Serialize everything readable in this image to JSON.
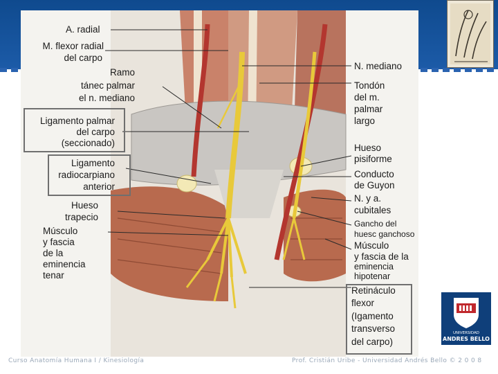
{
  "labels": {
    "a_radial": "A. radial",
    "m_flexor_1": "M. flexor radial",
    "m_flexor_2": "del carpo",
    "ramo_1": "Ramo",
    "ramo_2": "tánec palmar",
    "ramo_3": "el n. mediano",
    "lig_palmar_1": "Ligamento palmar",
    "lig_palmar_2": "del carpo",
    "lig_palmar_3": "(seccionado)",
    "lig_radio_1": "Ligamento",
    "lig_radio_2": "radiocarpiano",
    "lig_radio_3": "anterior",
    "hueso_trap_1": "Hueso",
    "hueso_trap_2": "trapecio",
    "musc_tenar_1": "Músculo",
    "musc_tenar_2": "y fascia",
    "musc_tenar_3": "de la",
    "musc_tenar_4": "eminencia",
    "musc_tenar_5": "tenar",
    "n_mediano": "N. mediano",
    "tendon_1": "Tondón",
    "tendon_2": "del m.",
    "tendon_3": "palmar",
    "tendon_4": "largo",
    "hueso_pis_1": "Hueso",
    "hueso_pis_2": "pisiforme",
    "conducto_1": "Conducto",
    "conducto_2": "de Guyon",
    "n_a_cub_1": "N. y a.",
    "n_a_cub_2": "cubitales",
    "gancho_1": "Gancho del",
    "gancho_2": "huesc ganchoso",
    "musc_hipo_1": "Músculo",
    "musc_hipo_2": "y fascia de la",
    "musc_hipo_3": "eminencia",
    "musc_hipo_4": "hipotenar",
    "retin_1": "Retináculo",
    "retin_2": "flexor",
    "retin_3": "(Igamento",
    "retin_4": "transverso",
    "retin_5": "del carpo)"
  },
  "logo": {
    "line1": "UNIVERSIDAD",
    "line2": "ANDRES BELLO"
  },
  "footer": {
    "left": "Curso Anatomía Humana I / Kinesiología",
    "right": "Prof. Cristián Uribe - Universidad Andrés Bello   © 2 0 0 8"
  },
  "colors": {
    "band": "#1c5ba8",
    "nerve": "#e8c93a",
    "artery": "#b3362f",
    "muscle": "#b86a4e"
  }
}
